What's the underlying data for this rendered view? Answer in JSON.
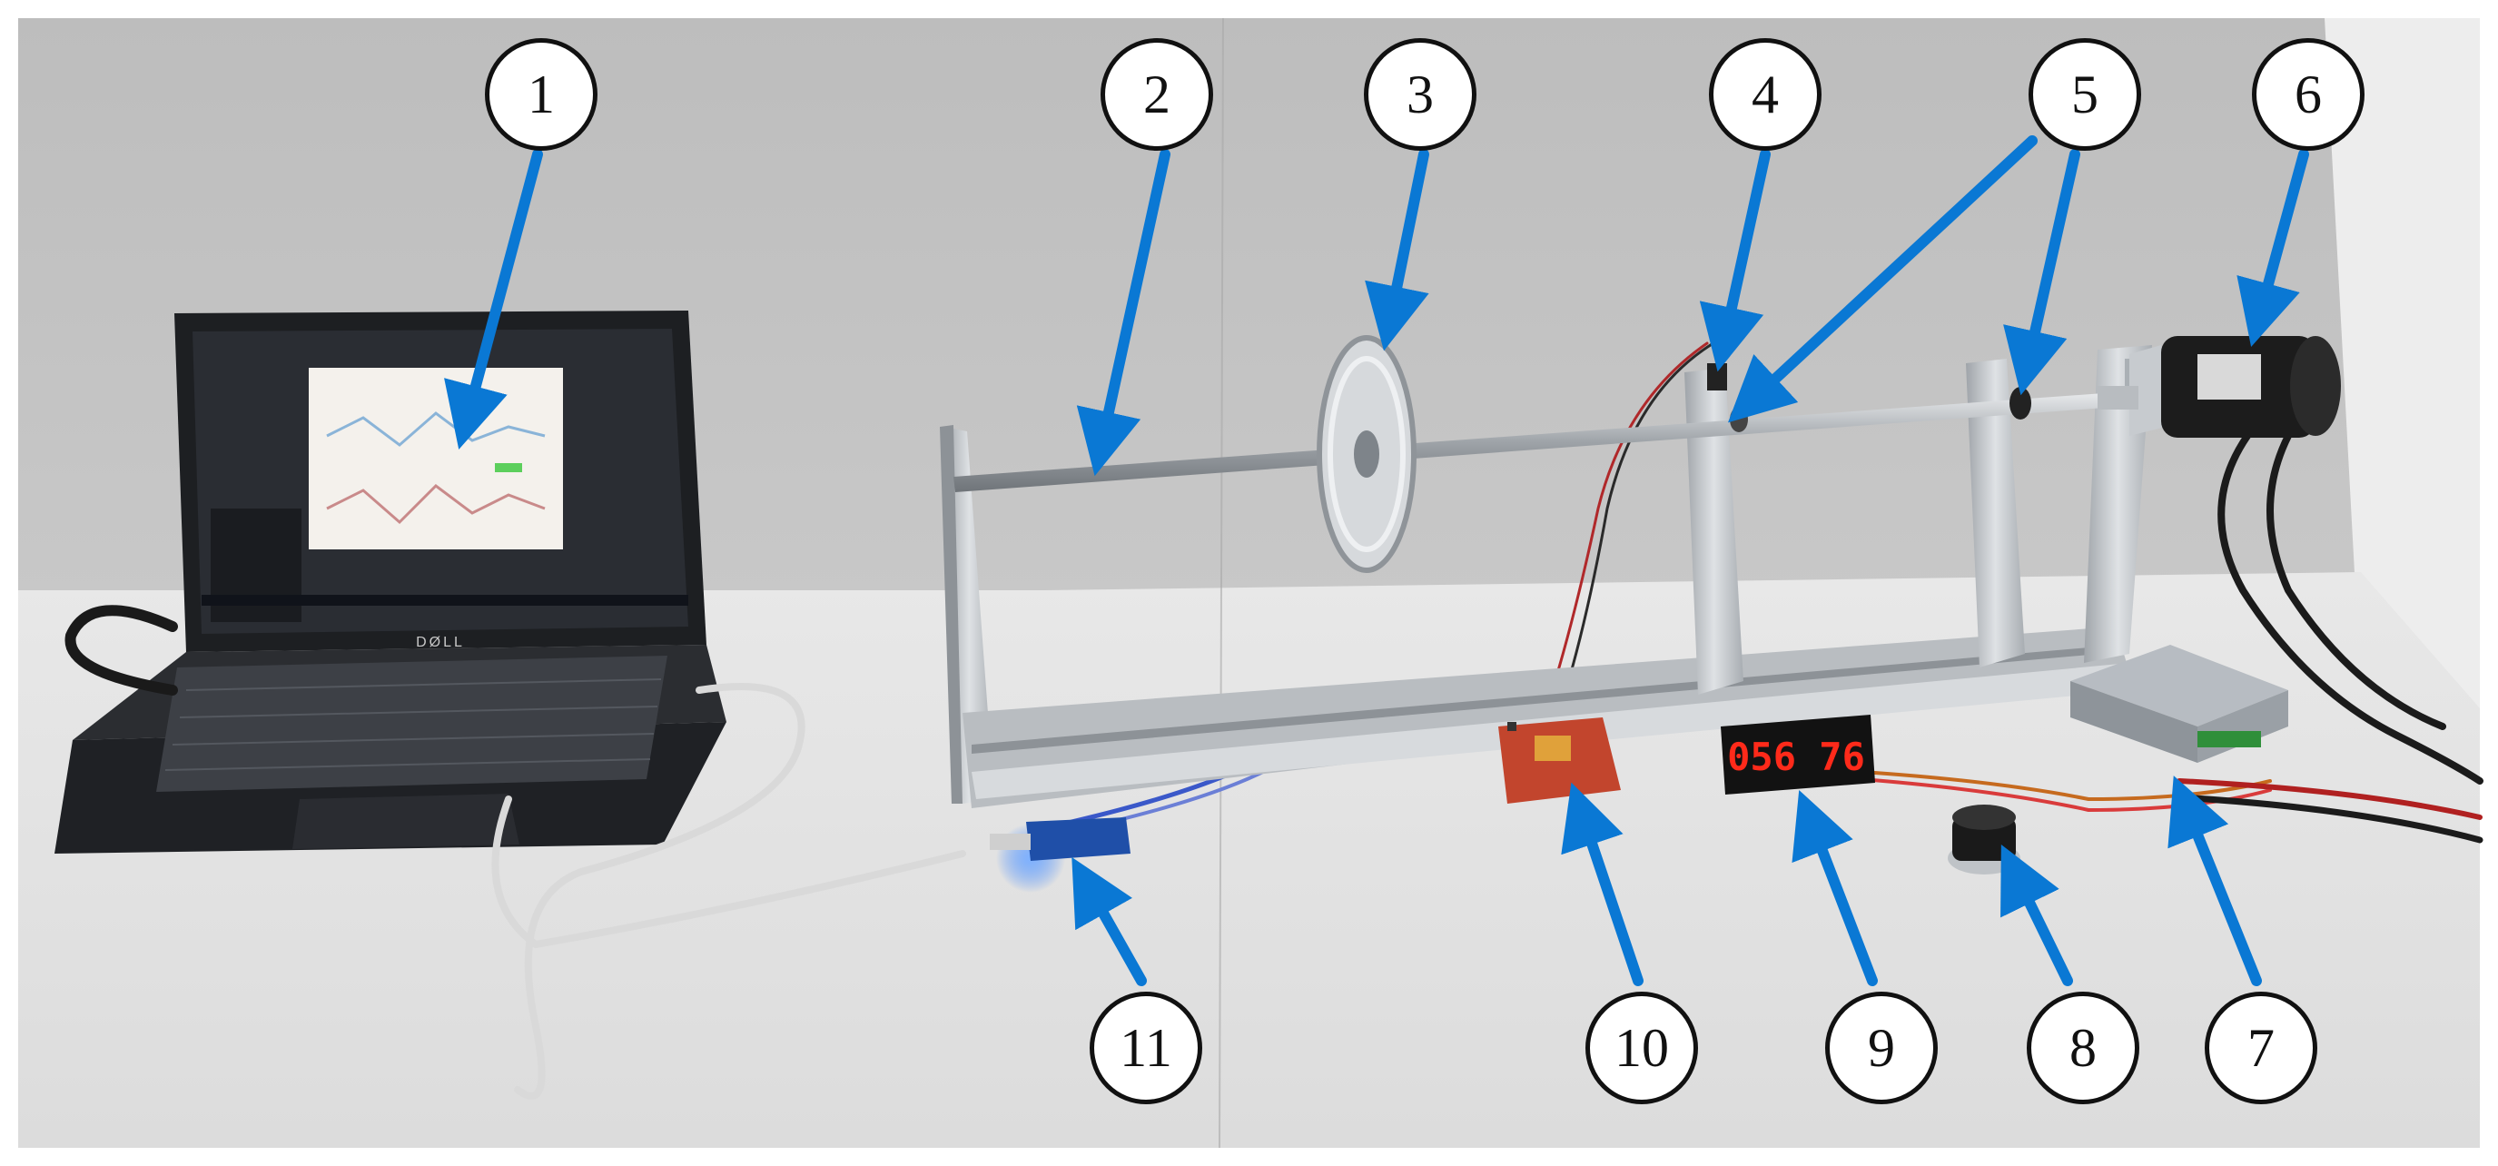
{
  "callouts": [
    "1",
    "2",
    "3",
    "4",
    "5",
    "6",
    "7",
    "8",
    "9",
    "10",
    "11"
  ],
  "laptop_brand": "DØLL",
  "display_readout": "056 76",
  "colors": {
    "arrow": "#0a78d4",
    "wall": "#c9c9c9",
    "table": "#e6e6e6",
    "aluminum": "#c4c8cc",
    "led": "#ff2a1a",
    "usb_led": "#2f7dff"
  }
}
